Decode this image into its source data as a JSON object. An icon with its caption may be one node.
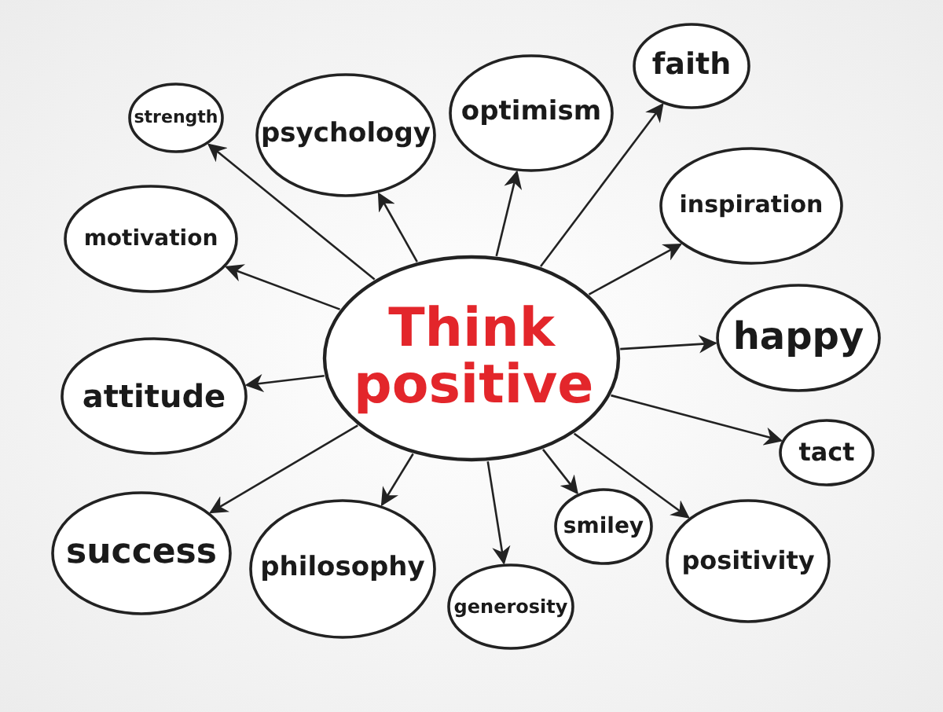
{
  "diagram": {
    "nodes": [
      {
        "text": [
          "Think positive"
        ]
      },
      {
        "text": [
          "strength"
        ]
      },
      {
        "text": [
          "psychology"
        ]
      },
      {
        "text": [
          "optimism"
        ]
      },
      {
        "text": [
          "faith"
        ]
      },
      {
        "text": [
          "inspiration"
        ]
      },
      {
        "text": [
          "happy"
        ]
      },
      {
        "text": [
          "tact"
        ]
      },
      {
        "text": [
          "positivity"
        ]
      },
      {
        "text": [
          "smiley"
        ]
      },
      {
        "text": [
          "generosity"
        ]
      },
      {
        "text": [
          "philosophy"
        ]
      },
      {
        "text": [
          "success"
        ]
      },
      {
        "text": [
          "attitude"
        ]
      },
      {
        "text": [
          "motivation"
        ]
      }
    ],
    "edges": [
      {
        "from": 0,
        "to": 1,
        "arrow": "to"
      },
      {
        "from": 0,
        "to": 2,
        "arrow": "to"
      },
      {
        "from": 0,
        "to": 3,
        "arrow": "to"
      },
      {
        "from": 0,
        "to": 4,
        "arrow": "to"
      },
      {
        "from": 0,
        "to": 5,
        "arrow": "to"
      },
      {
        "from": 0,
        "to": 6,
        "arrow": "to"
      },
      {
        "from": 0,
        "to": 7,
        "arrow": "to"
      },
      {
        "from": 0,
        "to": 8,
        "arrow": "to"
      },
      {
        "from": 0,
        "to": 9,
        "arrow": "to"
      },
      {
        "from": 0,
        "to": 10,
        "arrow": "to"
      },
      {
        "from": 0,
        "to": 11,
        "arrow": "to"
      },
      {
        "from": 0,
        "to": 12,
        "arrow": "to"
      },
      {
        "from": 0,
        "to": 13,
        "arrow": "to"
      },
      {
        "from": 0,
        "to": 14,
        "arrow": "to"
      }
    ]
  }
}
